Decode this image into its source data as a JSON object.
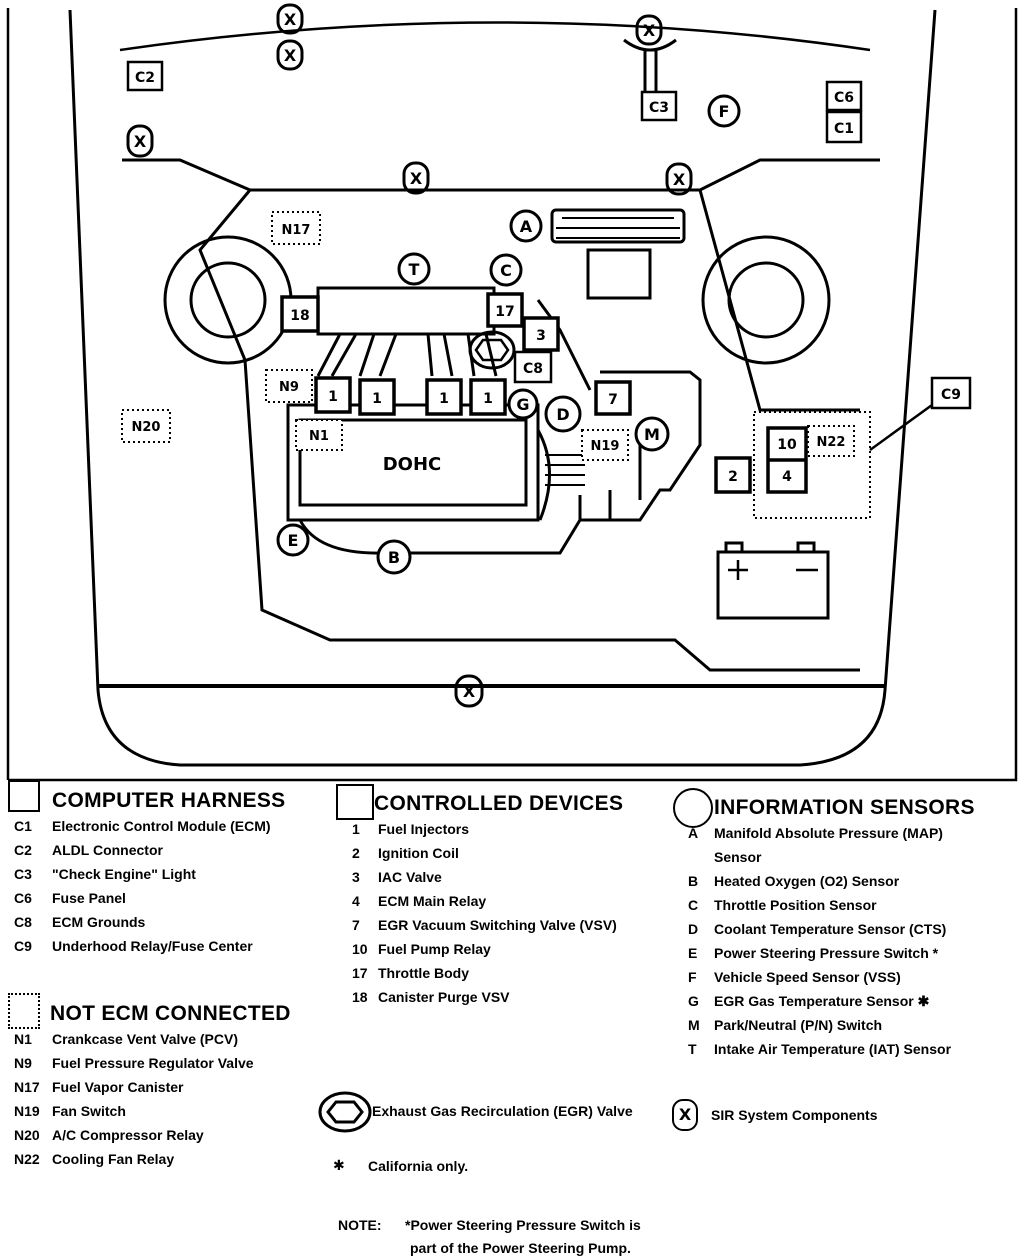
{
  "diagram": {
    "engine_label": "DOHC",
    "sir_marks": [
      "X",
      "X",
      "X",
      "X",
      "X",
      "X",
      "X"
    ],
    "harness_boxes": {
      "c1": "C1",
      "c2": "C2",
      "c3": "C3",
      "c6": "C6",
      "c8": "C8",
      "c9": "C9"
    },
    "device_boxes": {
      "d1a": "1",
      "d1b": "1",
      "d1c": "1",
      "d1d": "1",
      "d2": "2",
      "d3": "3",
      "d4": "4",
      "d7": "7",
      "d10": "10",
      "d17": "17",
      "d18": "18"
    },
    "sensor_circles": {
      "a": "A",
      "b": "B",
      "c": "C",
      "d": "D",
      "e": "E",
      "f": "F",
      "g": "G",
      "m": "M",
      "t": "T"
    },
    "not_ecm_boxes": {
      "n1": "N1",
      "n9": "N9",
      "n17": "N17",
      "n19": "N19",
      "n20": "N20",
      "n22": "N22"
    }
  },
  "legend": {
    "computer_harness": {
      "title": "COMPUTER HARNESS",
      "items": [
        {
          "code": "C1",
          "label": "Electronic Control Module (ECM)"
        },
        {
          "code": "C2",
          "label": "ALDL Connector"
        },
        {
          "code": "C3",
          "label": "\"Check Engine\" Light"
        },
        {
          "code": "C6",
          "label": "Fuse Panel"
        },
        {
          "code": "C8",
          "label": "ECM Grounds"
        },
        {
          "code": "C9",
          "label": "Underhood Relay/Fuse Center"
        }
      ]
    },
    "not_ecm_connected": {
      "title": "NOT ECM CONNECTED",
      "items": [
        {
          "code": "N1",
          "label": "Crankcase Vent Valve (PCV)"
        },
        {
          "code": "N9",
          "label": "Fuel Pressure Regulator Valve"
        },
        {
          "code": "N17",
          "label": "Fuel Vapor Canister"
        },
        {
          "code": "N19",
          "label": "Fan Switch"
        },
        {
          "code": "N20",
          "label": "A/C Compressor Relay"
        },
        {
          "code": "N22",
          "label": "Cooling Fan Relay"
        }
      ]
    },
    "controlled_devices": {
      "title": "CONTROLLED DEVICES",
      "items": [
        {
          "code": "1",
          "label": "Fuel Injectors"
        },
        {
          "code": "2",
          "label": "Ignition Coil"
        },
        {
          "code": "3",
          "label": "IAC Valve"
        },
        {
          "code": "4",
          "label": "ECM Main Relay"
        },
        {
          "code": "7",
          "label": "EGR Vacuum Switching Valve (VSV)"
        },
        {
          "code": "10",
          "label": "Fuel Pump Relay"
        },
        {
          "code": "17",
          "label": "Throttle Body"
        },
        {
          "code": "18",
          "label": "Canister Purge VSV"
        }
      ]
    },
    "information_sensors": {
      "title": "INFORMATION SENSORS",
      "items": [
        {
          "code": "A",
          "label": "Manifold Absolute Pressure (MAP)"
        },
        {
          "code": "",
          "label": "Sensor"
        },
        {
          "code": "B",
          "label": "Heated Oxygen (O2) Sensor"
        },
        {
          "code": "C",
          "label": "Throttle Position Sensor"
        },
        {
          "code": "D",
          "label": "Coolant Temperature Sensor (CTS)"
        },
        {
          "code": "E",
          "label": "Power Steering Pressure Switch *"
        },
        {
          "code": "F",
          "label": "Vehicle Speed Sensor (VSS)"
        },
        {
          "code": "G",
          "label": "EGR Gas Temperature Sensor ✱"
        },
        {
          "code": "M",
          "label": "Park/Neutral (P/N) Switch"
        },
        {
          "code": "T",
          "label": "Intake Air Temperature (IAT) Sensor"
        }
      ]
    },
    "egr_valve": "Exhaust Gas Recirculation (EGR) Valve",
    "sir": {
      "mark": "X",
      "label": "SIR System Components"
    },
    "california": {
      "mark": "✱",
      "label": "California only."
    },
    "note": {
      "title": "NOTE:",
      "line1": "*Power Steering Pressure Switch is",
      "line2": "part of the Power Steering Pump."
    }
  }
}
